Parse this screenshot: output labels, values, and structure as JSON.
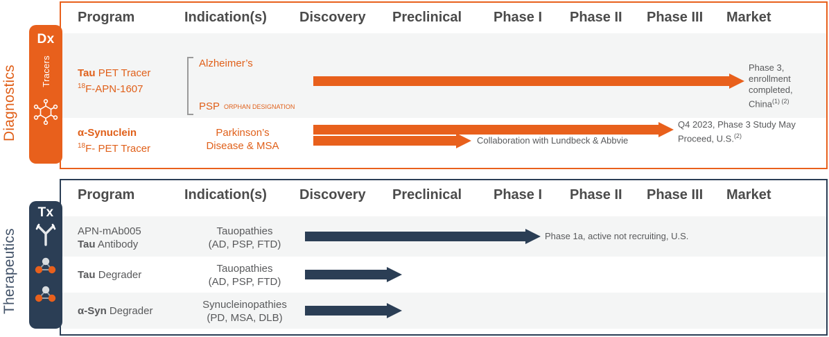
{
  "sections": {
    "diagnostics": {
      "side_label": "Diagnostics",
      "tab_code": "Dx",
      "tab_vertical_label": "Tracers",
      "accent_color": "#E8601C",
      "columns": [
        "Program",
        "Indication(s)",
        "Discovery",
        "Preclinical",
        "Phase I",
        "Phase II",
        "Phase III",
        "Market"
      ],
      "rows": [
        {
          "program_bold": "Tau",
          "program_rest": " PET Tracer",
          "program_sub_sup": "18",
          "program_sub": "F-APN-1607",
          "indications": [
            "Alzheimer’s",
            "PSP"
          ],
          "badge": "ORPHAN DESIGNATION",
          "bars": [
            {
              "indication": "Alzheimer’s",
              "status": "Phase 3, enrollment completed, China",
              "footnotes": "(1) (2)"
            },
            {
              "indication": "PSP",
              "status": "Q4 2023, Phase 3 Study May Proceed, U.S.",
              "footnotes": "(2)"
            }
          ]
        },
        {
          "program_bold": "α-Synuclein",
          "program_rest": "",
          "program_sub_sup": "18",
          "program_sub": "F- PET Tracer",
          "indications": [
            "Parkinson’s",
            "Disease & MSA"
          ],
          "bars": [
            {
              "indication": "Parkinson’s Disease & MSA",
              "status": "Collaboration with Lundbeck & Abbvie",
              "footnotes": ""
            }
          ]
        }
      ]
    },
    "therapeutics": {
      "side_label": "Therapeutics",
      "tab_code": "Tx",
      "accent_color": "#2B3E55",
      "columns": [
        "Program",
        "Indication(s)",
        "Discovery",
        "Preclinical",
        "Phase I",
        "Phase II",
        "Phase III",
        "Market"
      ],
      "rows": [
        {
          "program_line1": "APN-mAb005",
          "program_bold": "Tau",
          "program_rest": " Antibody",
          "indication_line1": "Tauopathies",
          "indication_line2": "(AD, PSP, FTD)",
          "status": "Phase 1a, active not recruiting, U.S."
        },
        {
          "program_line1": "",
          "program_bold": "Tau",
          "program_rest": " Degrader",
          "indication_line1": "Tauopathies",
          "indication_line2": "(AD, PSP, FTD)",
          "status": ""
        },
        {
          "program_line1": "",
          "program_bold": "α-Syn",
          "program_rest": " Degrader",
          "indication_line1": "Synucleinopathies",
          "indication_line2": "(PD, MSA, DLB)",
          "status": ""
        }
      ]
    }
  },
  "chart_data": {
    "type": "table",
    "title": "Development Pipeline",
    "stages": [
      "Discovery",
      "Preclinical",
      "Phase I",
      "Phase II",
      "Phase III",
      "Market"
    ],
    "programs": [
      {
        "name": "Tau PET Tracer (18F-APN-1607) — Alzheimer’s",
        "area": "Diagnostics",
        "progress_stage": "Market",
        "status": "Phase 3, enrollment completed, China"
      },
      {
        "name": "Tau PET Tracer (18F-APN-1607) — PSP",
        "area": "Diagnostics",
        "progress_stage": "Phase III",
        "status": "Q4 2023, Phase 3 Study May Proceed, U.S."
      },
      {
        "name": "α-Synuclein 18F- PET Tracer — Parkinson’s Disease & MSA",
        "area": "Diagnostics",
        "progress_stage": "Preclinical",
        "status": "Collaboration with Lundbeck & Abbvie"
      },
      {
        "name": "APN-mAb005 Tau Antibody",
        "area": "Therapeutics",
        "progress_stage": "Phase I",
        "status": "Phase 1a, active not recruiting, U.S."
      },
      {
        "name": "Tau Degrader",
        "area": "Therapeutics",
        "progress_stage": "Discovery",
        "status": ""
      },
      {
        "name": "α-Syn Degrader",
        "area": "Therapeutics",
        "progress_stage": "Discovery",
        "status": ""
      }
    ]
  }
}
